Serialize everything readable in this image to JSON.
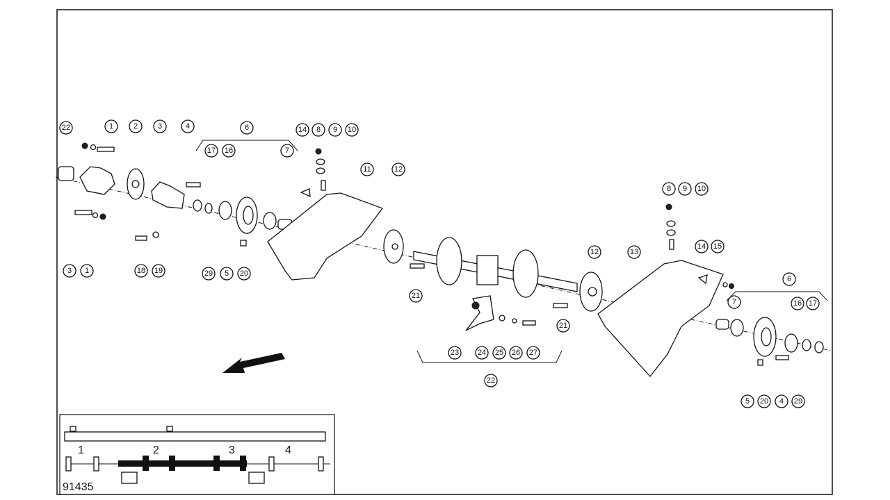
{
  "diagram": {
    "figure_number": "91435",
    "callouts": [
      "22",
      "1",
      "2",
      "3",
      "4",
      "6",
      "17",
      "16",
      "7",
      "14",
      "8",
      "9",
      "10",
      "11",
      "12",
      "3",
      "1",
      "18",
      "19",
      "29",
      "5",
      "20",
      "21",
      "23",
      "24",
      "25",
      "26",
      "27",
      "22",
      "21",
      "12",
      "13",
      "8",
      "9",
      "10",
      "14",
      "15",
      "6",
      "7",
      "16",
      "17",
      "5",
      "20",
      "4",
      "29"
    ],
    "inset_sections": [
      "1",
      "2",
      "3",
      "4"
    ]
  }
}
